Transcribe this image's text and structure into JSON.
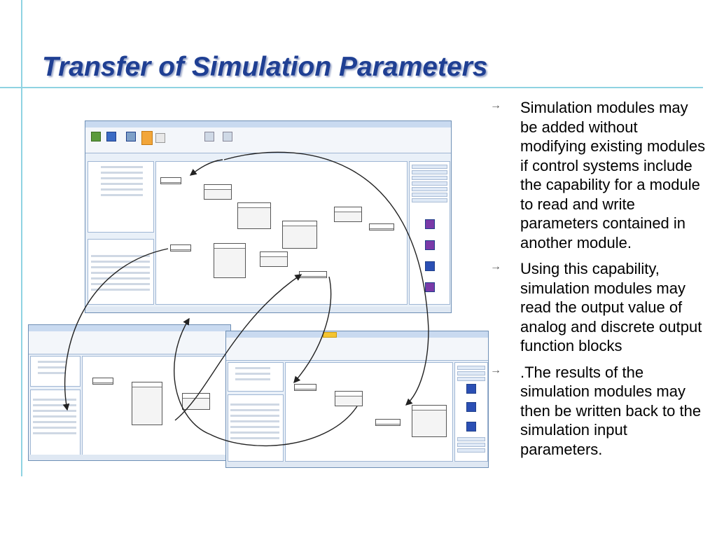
{
  "slide": {
    "title": "Transfer of Simulation Parameters",
    "bullets": [
      "Simulation modules may be added without modifying existing modules if control systems include the capability for a module to read and write parameters contained in another module.",
      "Using this capability, simulation modules may read the output value of analog and discrete output function blocks",
      ".The results of the simulation modules may then be written back to the simulation input parameters."
    ],
    "bullet_icon": "right-arrow-icon"
  }
}
